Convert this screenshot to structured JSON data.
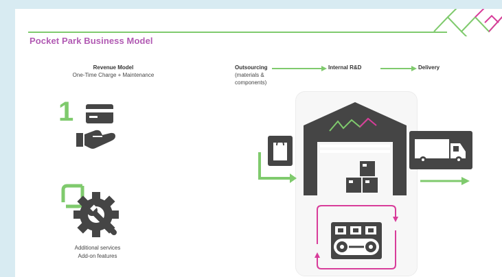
{
  "slide": {
    "title": "Pocket Park Business Model"
  },
  "revenue": {
    "heading": "Revenue Model",
    "subheading": "One-Time Charge + Maintenance",
    "step_number": "1"
  },
  "additional": {
    "line1": "Additional services",
    "line2": "Add-on features"
  },
  "flow": {
    "step1": "Outsourcing",
    "step1_detail_line1": "(materials &",
    "step1_detail_line2": "components)",
    "step2": "Internal R&D",
    "step3": "Delivery"
  },
  "colors": {
    "green": "#7fca6d",
    "magenta": "#d83c9a",
    "dark_gray": "#454545",
    "title_purple": "#b15ab3"
  },
  "icons": {
    "payment": "card-hand-icon",
    "service": "gear-wrench-icon",
    "shopping": "shopping-bag-icon",
    "warehouse": "warehouse-icon",
    "production": "conveyor-belt-icon",
    "delivery": "truck-icon"
  }
}
